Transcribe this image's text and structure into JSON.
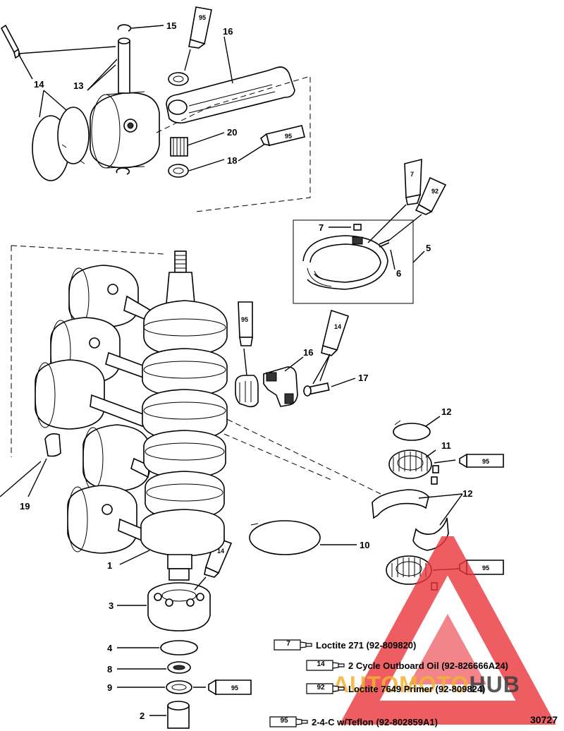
{
  "callouts": [
    "15",
    "16",
    "14",
    "13",
    "20",
    "18",
    "7",
    "5",
    "6",
    "16",
    "17",
    "12",
    "11",
    "12",
    "19",
    "10",
    "1",
    "3",
    "4",
    "8",
    "9",
    "2"
  ],
  "tubes": [
    "95",
    "95",
    "7",
    "92",
    "95",
    "14",
    "95",
    "14",
    "95"
  ],
  "legend": [
    {
      "code": "7",
      "text": "Loctite 271 (92-809820)"
    },
    {
      "code": "14",
      "text": "2 Cycle Outboard Oil (92-826666A24)"
    },
    {
      "code": "92",
      "text": "Loctite 7649 Primer (92-809824)"
    },
    {
      "code": "95",
      "text": "2-4-C w/Teflon (92-802859A1)"
    }
  ],
  "reference": "30727",
  "watermark": {
    "part1": "AUTOMOTO",
    "part2": "HUB",
    "colors": {
      "red": "#e8343a",
      "orange": "#f2b233"
    }
  }
}
